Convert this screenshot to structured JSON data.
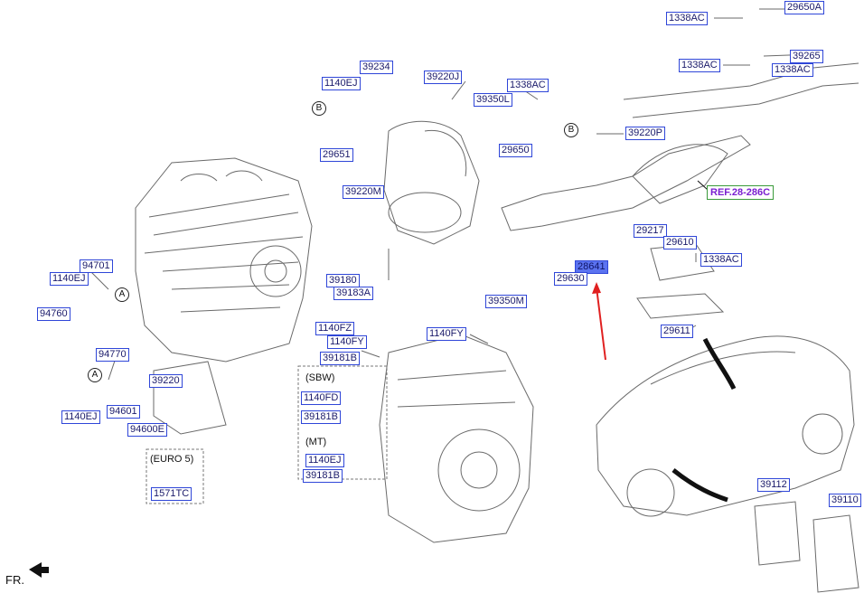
{
  "colors": {
    "label_border": "#2f46d8",
    "highlight": "#5b73f0",
    "ref_text": "#7a1fd0",
    "ref_border": "#3a9a3a",
    "arrow": "#e02020"
  },
  "labels": {
    "l1338ac_a": "1338AC",
    "l29650a": "29650A",
    "l1338ac_b": "1338AC",
    "l39265": "39265",
    "l1338ac_c": "1338AC",
    "l39234": "39234",
    "l1140ej_a": "1140EJ",
    "l39220j": "39220J",
    "l1338ac_d": "1338AC",
    "l39350l": "39350L",
    "l29651": "29651",
    "l29650": "29650",
    "l39220p": "39220P",
    "l39220m": "39220M",
    "l29217": "29217",
    "l29610": "29610",
    "l1338ac_e": "1338AC",
    "l28641": "28641",
    "l29630": "29630",
    "l39350m": "39350M",
    "l29611": "29611",
    "l94701": "94701",
    "l1140ej_b": "1140EJ",
    "l94760": "94760",
    "l39180": "39180",
    "l39183a": "39183A",
    "l1140fz": "1140FZ",
    "l1140fy_a": "1140FY",
    "l1140fy_b": "1140FY",
    "l39181b_a": "39181B",
    "l94770": "94770",
    "l39220": "39220",
    "l1140fd": "1140FD",
    "l39181b_b": "39181B",
    "l1140ej_c": "1140EJ",
    "l94601": "94601",
    "l94600e": "94600E",
    "l1140ej_d": "1140EJ",
    "l39181b_c": "39181B",
    "l1571tc": "1571TC",
    "l39112": "39112",
    "l39110": "39110"
  },
  "ref_label": "REF.28-286C",
  "notes": {
    "sbw": "(SBW)",
    "mt": "(MT)",
    "euro5": "(EURO 5)"
  },
  "callouts": {
    "b": "B",
    "a": "A"
  },
  "fr_label": "FR."
}
